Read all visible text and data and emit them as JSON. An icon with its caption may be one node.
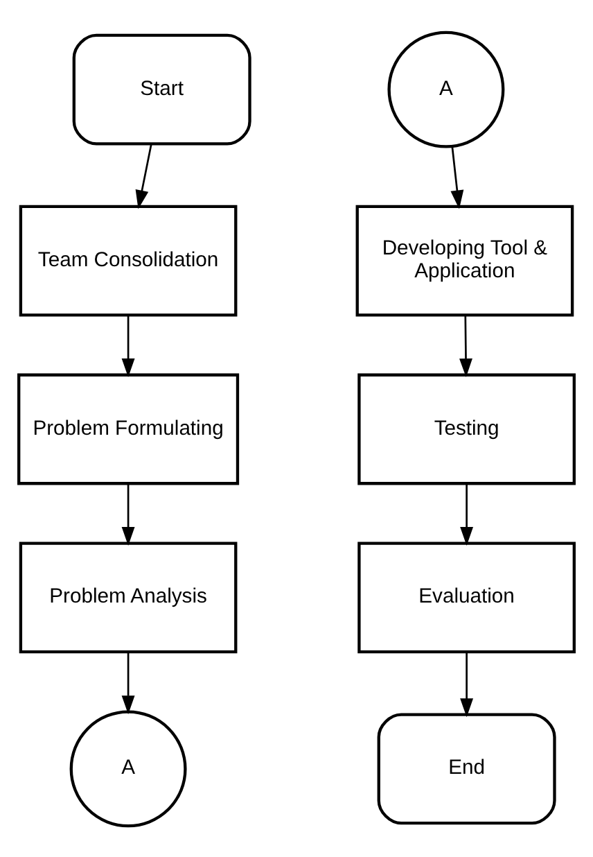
{
  "diagram": {
    "nodes": [
      {
        "text": [
          "Start"
        ]
      },
      {
        "text": [
          "Team Consolidation"
        ]
      },
      {
        "text": [
          "Problem Formulating"
        ]
      },
      {
        "text": [
          "Problem Analysis"
        ]
      },
      {
        "text": [
          "A"
        ]
      },
      {
        "text": [
          "A"
        ]
      },
      {
        "text": [
          "Developing Tool & Application"
        ]
      },
      {
        "text": [
          "Testing"
        ]
      },
      {
        "text": [
          "Evaluation"
        ]
      },
      {
        "text": [
          "End"
        ]
      }
    ],
    "edges": [
      {
        "from": 0,
        "to": 1,
        "arrow": "to"
      },
      {
        "from": 1,
        "to": 2,
        "arrow": "to"
      },
      {
        "from": 2,
        "to": 3,
        "arrow": "to"
      },
      {
        "from": 3,
        "to": 4,
        "arrow": "to"
      },
      {
        "from": 5,
        "to": 6,
        "arrow": "to"
      },
      {
        "from": 6,
        "to": 7,
        "arrow": "to"
      },
      {
        "from": 7,
        "to": 8,
        "arrow": "to"
      },
      {
        "from": 8,
        "to": 9,
        "arrow": "to"
      }
    ]
  }
}
